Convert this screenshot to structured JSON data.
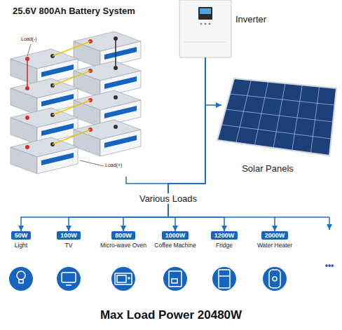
{
  "diagram": {
    "caption": "Max Load Power 20480W",
    "nodes": [
      {
        "text": [
          "25.6V 800Ah Battery System"
        ]
      },
      {
        "text": [
          "Inverter"
        ]
      },
      {
        "text": [
          "Solar Panels"
        ]
      },
      {
        "text": [
          "50W",
          "Light"
        ]
      },
      {
        "text": [
          "100W",
          "TV"
        ]
      },
      {
        "text": [
          "800W",
          "Micro-wave Oven"
        ]
      },
      {
        "text": [
          "1000W",
          "Coffee Machine"
        ]
      },
      {
        "text": [
          "1200W",
          "Fridge"
        ]
      },
      {
        "text": [
          "2000W",
          "Water Heater"
        ]
      }
    ],
    "edges": [
      {
        "from": 0,
        "to": 1,
        "arrow": "none"
      },
      {
        "from": 1,
        "to": 2,
        "arrow": "to"
      },
      {
        "from": 1,
        "to": 3,
        "arrow": "to"
      },
      {
        "from": 1,
        "to": 4,
        "arrow": "to"
      },
      {
        "from": 1,
        "to": 5,
        "arrow": "to"
      },
      {
        "from": 1,
        "to": 6,
        "arrow": "to"
      },
      {
        "from": 1,
        "to": 7,
        "arrow": "to"
      },
      {
        "from": 1,
        "to": 8,
        "arrow": "to"
      }
    ],
    "labels": [
      "Load(-)",
      "Load(+)",
      "Various Loads",
      "•••"
    ]
  }
}
